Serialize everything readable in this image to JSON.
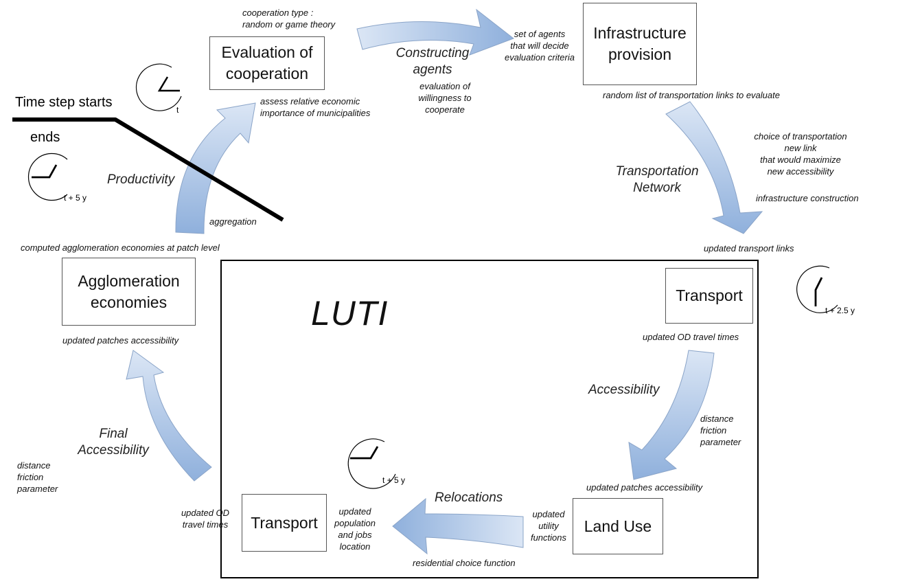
{
  "colors": {
    "arrow_light": "#c9d9ef",
    "arrow_dark": "#8fb0dc",
    "arrow_stroke": "#8aa4c8",
    "frame": "#000000"
  },
  "boxes": {
    "evaluation": "Evaluation of\ncooperation",
    "infrastructure": "Infrastructure\nprovision",
    "transport_top": "Transport",
    "land_use": "Land Use",
    "transport_bottom": "Transport",
    "agglomeration": "Agglomeration\neconomies"
  },
  "luti_label": "LUTI",
  "time": {
    "starts": "Time step starts",
    "ends": "ends",
    "t": "t",
    "t5_left": "t + 5 y",
    "t25": "t + 2.5 y",
    "t5_bottom": "t + 5 y"
  },
  "flows": {
    "constructing_agents": "Constructing\nagents",
    "transportation_network": "Transportation\nNetwork",
    "accessibility": "Accessibility",
    "relocations": "Relocations",
    "final_accessibility": "Final\nAccessibility",
    "productivity": "Productivity"
  },
  "notes": {
    "cooperation_type": "cooperation type :\nrandom or game theory",
    "set_of_agents": "set of agents\nthat will decide\nevaluation criteria",
    "evaluation_willingness": "evaluation of\nwillingness to\ncooperate",
    "assess_relative": "assess relative economic\nimportance of municipalities",
    "random_list": "random list of transportation links to evaluate",
    "choice_of_transportation": "choice of transportation\nnew link\nthat would maximize\nnew accessibility",
    "infrastructure_construction": "infrastructure construction",
    "updated_transport_links": "updated transport links",
    "updated_od_top": "updated OD travel times",
    "distance_friction_right": "distance\nfriction\nparameter",
    "updated_patches_right": "updated patches accessibility",
    "updated_utility": "updated\nutility\nfunctions",
    "residential_choice": "residential choice function",
    "updated_population": "updated\npopulation\nand jobs\nlocation",
    "updated_od_bottom": "updated OD\ntravel times",
    "distance_friction_left": "distance\nfriction\nparameter",
    "updated_patches_left": "updated patches accessibility",
    "computed_agglomeration": "computed agglomeration economies at patch level",
    "aggregation": "aggregation"
  }
}
